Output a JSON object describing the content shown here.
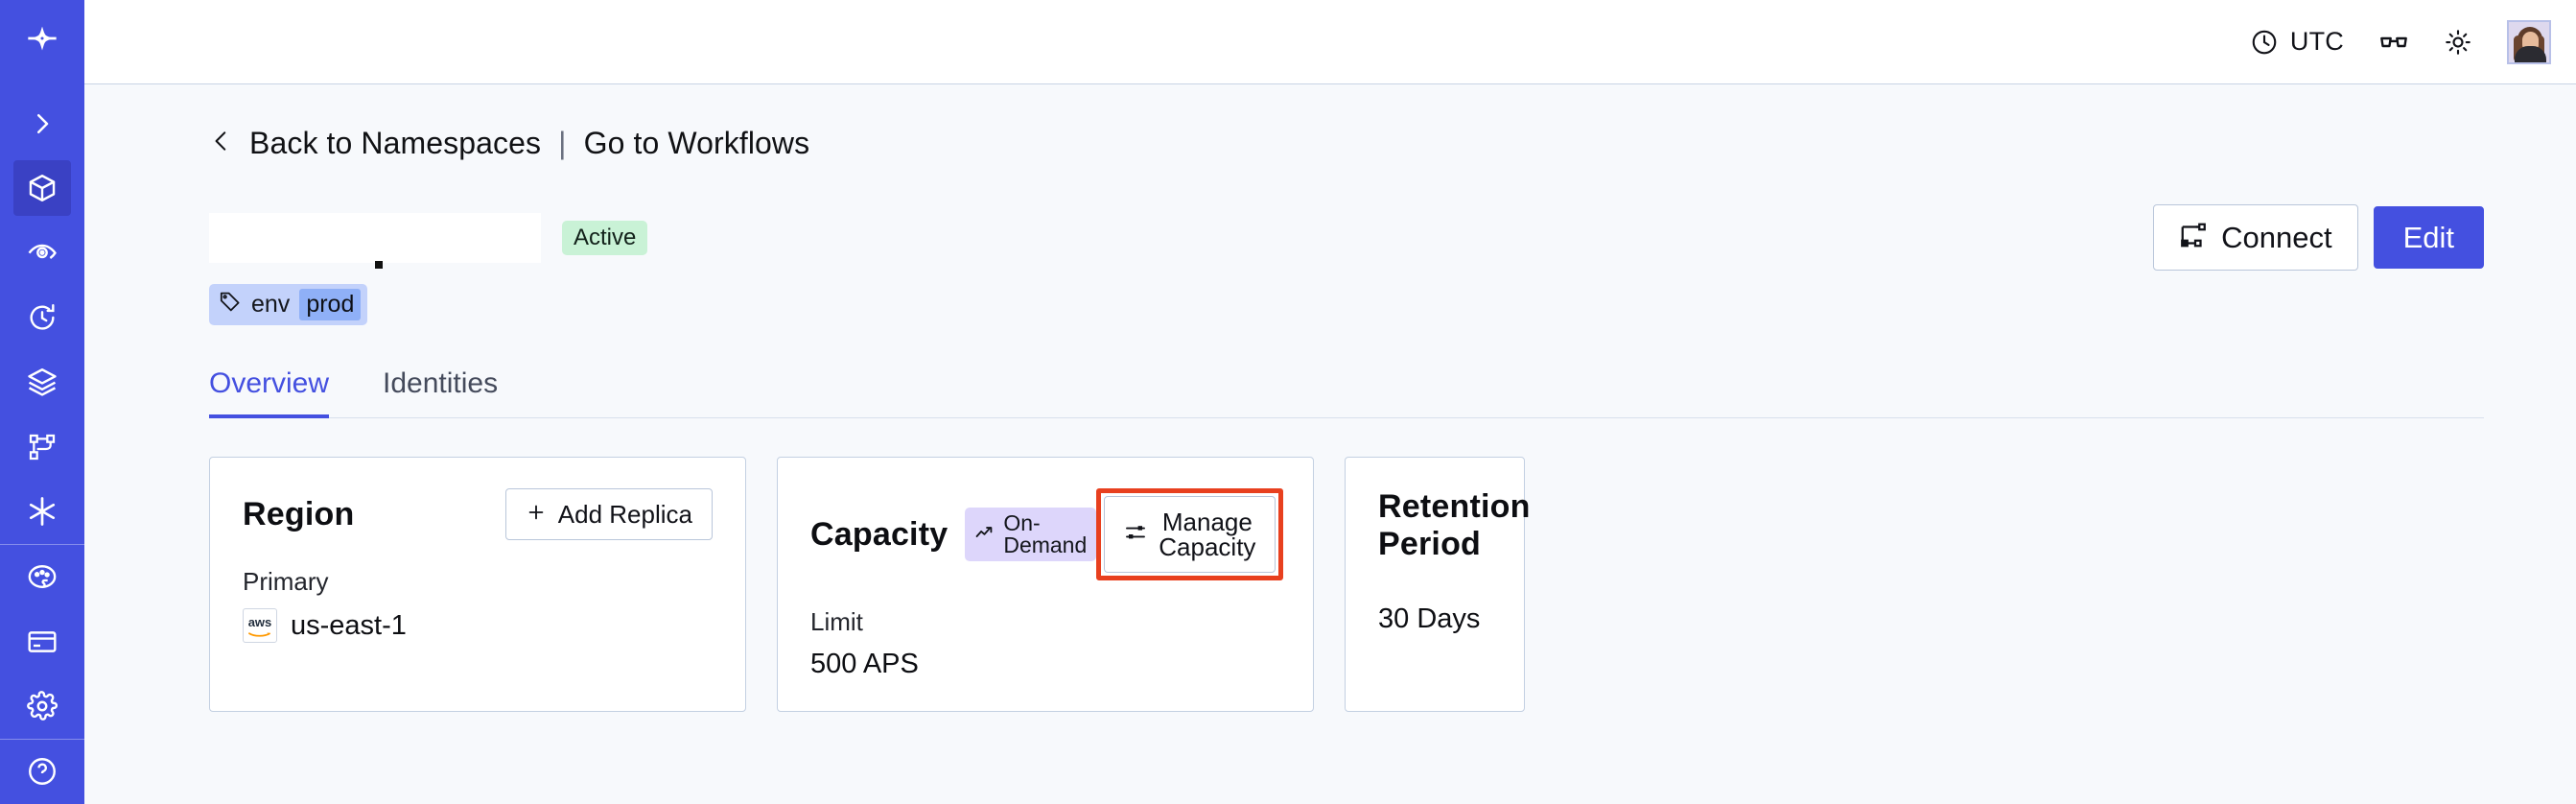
{
  "sidebar": {
    "items": [
      {
        "name": "logo-icon",
        "label": "Temporal Logo",
        "active": false
      },
      {
        "name": "expand-sidebar-icon",
        "label": "Expand",
        "active": false
      },
      {
        "name": "namespaces-cube-icon",
        "label": "Namespaces",
        "active": true
      },
      {
        "name": "observability-eye-icon",
        "label": "Observability",
        "active": false
      },
      {
        "name": "history-clock-icon",
        "label": "History",
        "active": false
      },
      {
        "name": "layers-icon",
        "label": "Layers",
        "active": false
      },
      {
        "name": "workflows-branch-icon",
        "label": "Workflows",
        "active": false
      },
      {
        "name": "asterisk-icon",
        "label": "All",
        "active": false
      },
      {
        "name": "palette-icon",
        "label": "Appearance",
        "active": false
      },
      {
        "name": "billing-card-icon",
        "label": "Billing",
        "active": false
      },
      {
        "name": "settings-gear-icon",
        "label": "Settings",
        "active": false
      },
      {
        "name": "help-icon",
        "label": "Help",
        "active": false
      }
    ]
  },
  "topbar": {
    "timezone_label": "UTC",
    "timezone_icon": "clock-icon",
    "glasses_icon": "glasses-icon",
    "theme_icon": "sun-icon",
    "avatar_icon": "user-avatar"
  },
  "breadcrumb": {
    "back_icon": "chevron-left-icon",
    "back_label": "Back to Namespaces",
    "separator": "|",
    "forward_label": "Go to Workflows"
  },
  "namespace": {
    "title": "",
    "status_badge": "Active",
    "tag": {
      "icon": "tag-icon",
      "key": "env",
      "value": "prod"
    }
  },
  "actions": {
    "connect_label": "Connect",
    "connect_icon": "connect-flow-icon",
    "edit_label": "Edit"
  },
  "tabs": [
    {
      "label": "Overview",
      "active": true
    },
    {
      "label": "Identities",
      "active": false
    }
  ],
  "cards": {
    "region": {
      "title": "Region",
      "action_label": "Add Replica",
      "action_icon": "plus-icon",
      "sub_label": "Primary",
      "provider_icon": "aws-logo",
      "provider_text": "aws",
      "value": "us-east-1"
    },
    "capacity": {
      "title": "Capacity",
      "badge_label": "On-Demand",
      "badge_icon": "trending-up-icon",
      "action_label": "Manage Capacity",
      "action_icon": "sliders-icon",
      "sub_label": "Limit",
      "value": "500 APS",
      "highlighted": true
    },
    "retention": {
      "title": "Retention Period",
      "value": "30 Days"
    }
  },
  "colors": {
    "brand_indigo": "#4450e0",
    "sidebar_active": "#3a41c4",
    "page_bg": "#f7f9fc",
    "card_border": "#c3d0e2",
    "status_active_bg": "#c9f2d6",
    "tag_bg": "#c3d2fb",
    "tag_value_bg": "#8fb0f7",
    "badge_ondemand_bg": "#ddd6fb",
    "highlight_red": "#e8401f"
  }
}
